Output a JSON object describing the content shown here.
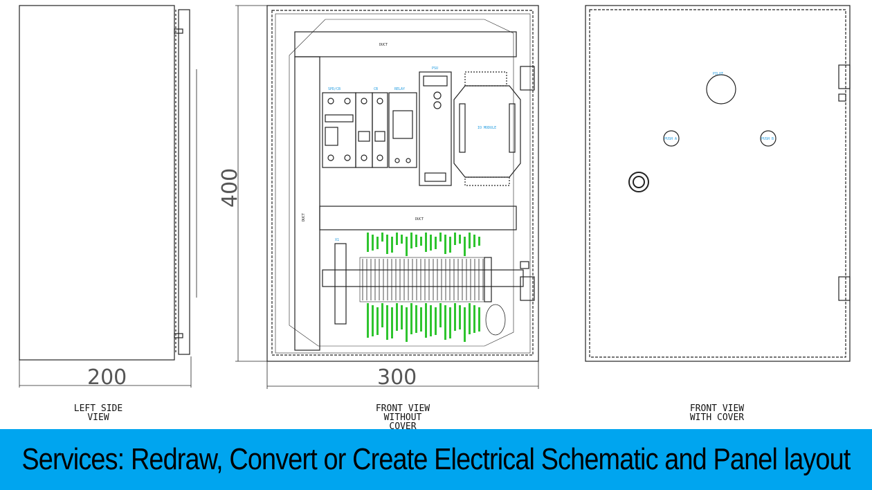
{
  "dimensions": {
    "left_width": "200",
    "height": "400",
    "front_width": "300"
  },
  "views": {
    "left_side": [
      "LEFT SIDE",
      "VIEW"
    ],
    "front_without_cover": [
      "FRONT VIEW",
      "WITHOUT",
      "COVER"
    ],
    "front_with_cover": [
      "FRONT VIEW",
      "WITH COVER"
    ]
  },
  "components": {
    "duct_top": "DUCT",
    "duct_middle": "DUCT",
    "duct_vertical": "DUCT",
    "breaker_group": "SPD/CB",
    "breaker_2": "CB",
    "relay": "RELAY",
    "psu": "PSU",
    "io_module": "IO MODULE",
    "terminal_tag": "X1",
    "pilot_light": "PILOT",
    "push_a": "PUSH A",
    "push_b": "PUSH B"
  },
  "banner": "Services: Redraw, Convert or Create Electrical Schematic and Panel layout",
  "colors": {
    "line": "#222222",
    "banner_bg": "#00a5ef",
    "label_blue": "#1f9be0",
    "label_green": "#2ec42e"
  }
}
